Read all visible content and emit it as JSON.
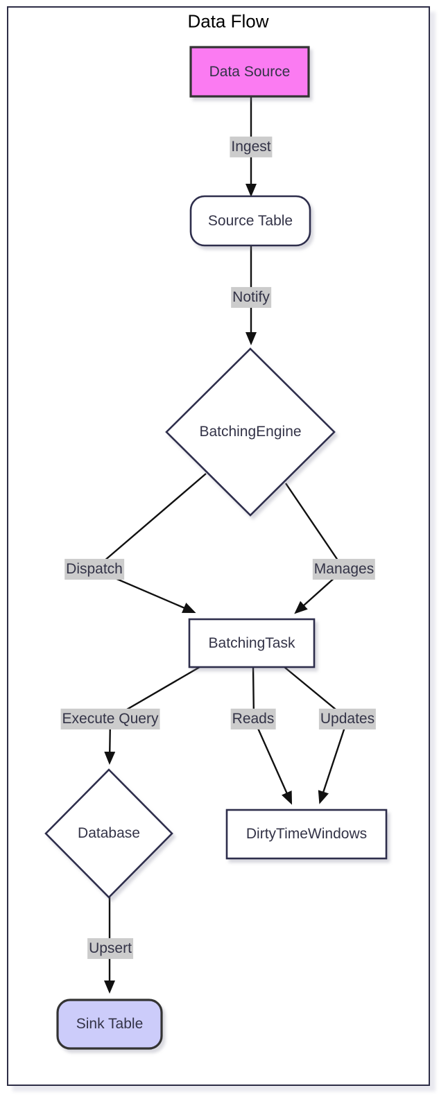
{
  "title": "Data Flow",
  "nodes": {
    "data_source": {
      "label": "Data Source",
      "shape": "rectangle",
      "fill": "#fb7bf2"
    },
    "source_table": {
      "label": "Source Table",
      "shape": "rounded-rectangle",
      "fill": "#ffffff"
    },
    "batching_engine": {
      "label": "BatchingEngine",
      "shape": "diamond",
      "fill": "#ffffff"
    },
    "batching_task": {
      "label": "BatchingTask",
      "shape": "rectangle",
      "fill": "#ffffff"
    },
    "database": {
      "label": "Database",
      "shape": "diamond",
      "fill": "#ffffff"
    },
    "dirty_time_windows": {
      "label": "DirtyTimeWindows",
      "shape": "rectangle",
      "fill": "#ffffff"
    },
    "sink_table": {
      "label": "Sink Table",
      "shape": "rounded-rectangle",
      "fill": "#ccccfa"
    }
  },
  "edges": {
    "ingest": {
      "from": "data_source",
      "to": "source_table",
      "label": "Ingest"
    },
    "notify": {
      "from": "source_table",
      "to": "batching_engine",
      "label": "Notify"
    },
    "dispatch": {
      "from": "batching_engine",
      "to": "batching_task",
      "label": "Dispatch"
    },
    "manages": {
      "from": "batching_engine",
      "to": "batching_task",
      "label": "Manages"
    },
    "execute_query": {
      "from": "batching_task",
      "to": "database",
      "label": "Execute Query"
    },
    "reads": {
      "from": "batching_task",
      "to": "dirty_time_windows",
      "label": "Reads"
    },
    "updates": {
      "from": "batching_task",
      "to": "dirty_time_windows",
      "label": "Updates"
    },
    "upsert": {
      "from": "database",
      "to": "sink_table",
      "label": "Upsert"
    }
  },
  "colors": {
    "frame_border": "#2d2d46",
    "node_border": "#2e2e4c",
    "accent_node_border": "#333333",
    "pink_fill": "#fb7bf2",
    "lavender_fill": "#ccccfa",
    "edge_line": "#111111",
    "edge_label_background": "#cccccc",
    "text": "#333347"
  }
}
